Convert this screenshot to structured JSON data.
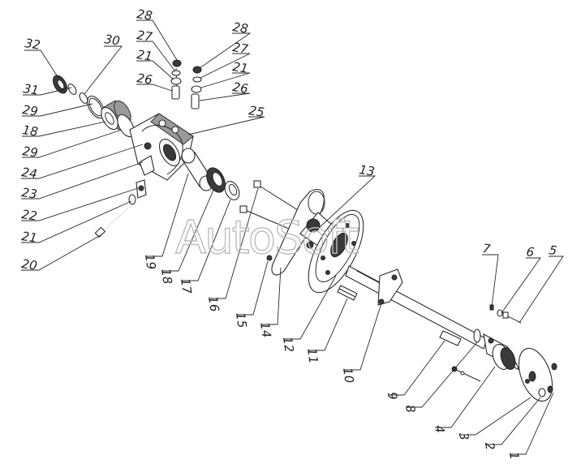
{
  "watermark": "AutoSoft",
  "callouts": [
    {
      "id": "c32",
      "text": "32"
    },
    {
      "id": "c31",
      "text": "31"
    },
    {
      "id": "c30",
      "text": "30"
    },
    {
      "id": "c29a",
      "text": "29"
    },
    {
      "id": "c18a",
      "text": "18"
    },
    {
      "id": "c29b",
      "text": "29"
    },
    {
      "id": "c24",
      "text": "24"
    },
    {
      "id": "c23",
      "text": "23"
    },
    {
      "id": "c22",
      "text": "22"
    },
    {
      "id": "c21a",
      "text": "21"
    },
    {
      "id": "c20",
      "text": "20"
    },
    {
      "id": "c28a",
      "text": "28"
    },
    {
      "id": "c27a",
      "text": "27"
    },
    {
      "id": "c21b",
      "text": "21"
    },
    {
      "id": "c26a",
      "text": "26"
    },
    {
      "id": "c28b",
      "text": "28"
    },
    {
      "id": "c27b",
      "text": "27"
    },
    {
      "id": "c21c",
      "text": "21"
    },
    {
      "id": "c26b",
      "text": "26"
    },
    {
      "id": "c25",
      "text": "25"
    },
    {
      "id": "c13",
      "text": "13"
    },
    {
      "id": "c19",
      "text": "19"
    },
    {
      "id": "c18b",
      "text": "18"
    },
    {
      "id": "c17",
      "text": "17"
    },
    {
      "id": "c16",
      "text": "16"
    },
    {
      "id": "c15",
      "text": "15"
    },
    {
      "id": "c14",
      "text": "14"
    },
    {
      "id": "c12",
      "text": "12"
    },
    {
      "id": "c11",
      "text": "11"
    },
    {
      "id": "c10",
      "text": "10"
    },
    {
      "id": "c9",
      "text": "9"
    },
    {
      "id": "c8",
      "text": "8"
    },
    {
      "id": "c7",
      "text": "7"
    },
    {
      "id": "c6",
      "text": "6"
    },
    {
      "id": "c5",
      "text": "5"
    },
    {
      "id": "c4",
      "text": "4"
    },
    {
      "id": "c3",
      "text": "3"
    },
    {
      "id": "c2",
      "text": "2"
    },
    {
      "id": "c1",
      "text": "1"
    }
  ]
}
